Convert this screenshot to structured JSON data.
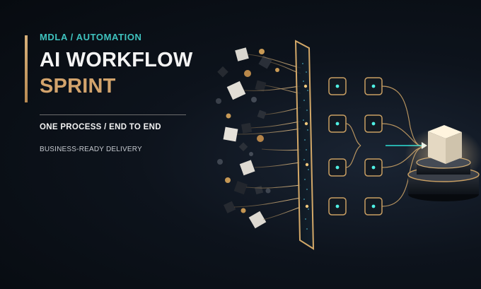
{
  "hero": {
    "eyebrow": "MDLA  /  AUTOMATION",
    "title_line_1": "AI WORKFLOW",
    "title_line_2": "SPRINT",
    "subtitle": "ONE PROCESS  /  END TO END",
    "tagline": "BUSINESS-READY DELIVERY"
  },
  "colors": {
    "background": "#0a0f16",
    "teal_accent": "#3fc3bf",
    "gold_accent": "#d2a36c",
    "title_white": "#f4f4f4"
  },
  "illustration": {
    "description_icons": [
      "cube-icon",
      "sphere-icon",
      "filter-panel-icon",
      "node-icon",
      "output-cube-icon",
      "pedestal-icon",
      "arrow-icon"
    ]
  }
}
